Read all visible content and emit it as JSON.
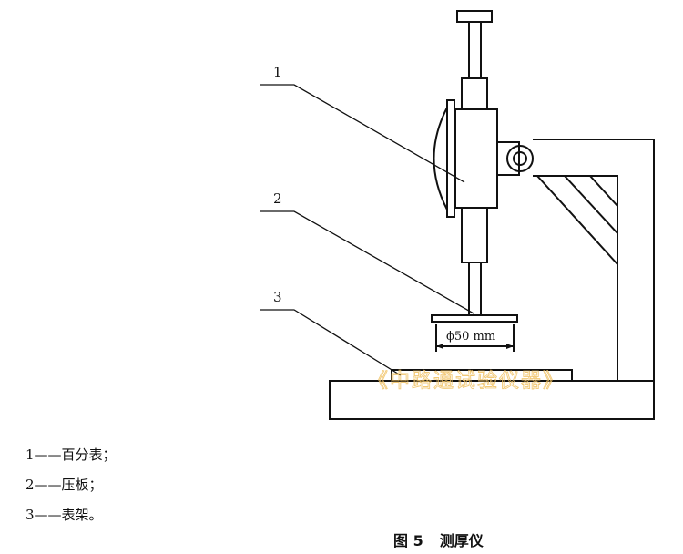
{
  "callouts": [
    "1",
    "2",
    "3"
  ],
  "dimension_label": "ϕ50 mm",
  "watermark": "《中路通试验仪器》",
  "legend": [
    "1——百分表；",
    "2——压板；",
    "3——表架。"
  ],
  "caption": {
    "figure_number": "图 5",
    "title": "测厚仪"
  }
}
